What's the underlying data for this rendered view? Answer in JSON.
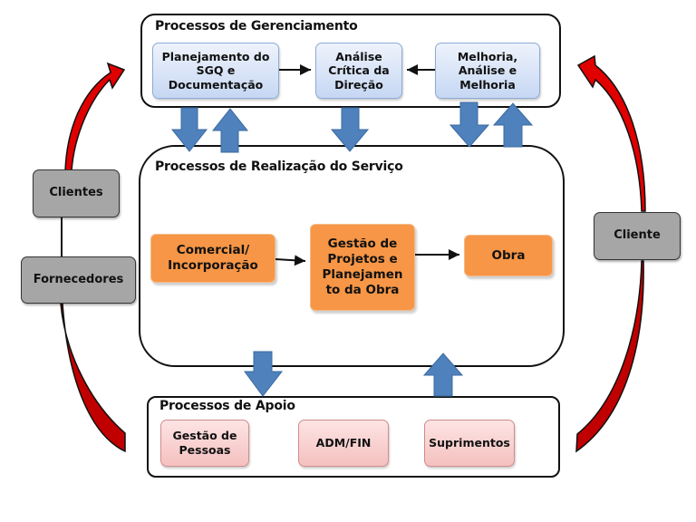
{
  "colors": {
    "block_arrow": "#4f81bd",
    "curve_arrow": "#e00000",
    "orange_node": "#f79646",
    "gray_node": "#a6a6a6"
  },
  "management": {
    "title": "Processos de Gerenciamento",
    "nodes": [
      {
        "label": "Planejamento do\nSGQ e\nDocumentação"
      },
      {
        "label": "Análise\nCrítica da\nDireção"
      },
      {
        "label": "Melhoria,\nAnálise e\nMelhoria"
      }
    ]
  },
  "realization": {
    "title": "Processos de Realização do Serviço",
    "nodes": [
      {
        "label": "Comercial/\nIncorporação"
      },
      {
        "label": "Gestão de\nProjetos e\nPlanejamen\nto da Obra"
      },
      {
        "label": "Obra"
      }
    ]
  },
  "support": {
    "title": "Processos de Apoio",
    "nodes": [
      {
        "label": "Gestão de\nPessoas"
      },
      {
        "label": "ADM/FIN"
      },
      {
        "label": "Suprimentos"
      }
    ]
  },
  "external": {
    "left": [
      {
        "label": "Clientes"
      },
      {
        "label": "Fornecedores"
      }
    ],
    "right": [
      {
        "label": "Cliente"
      }
    ]
  }
}
